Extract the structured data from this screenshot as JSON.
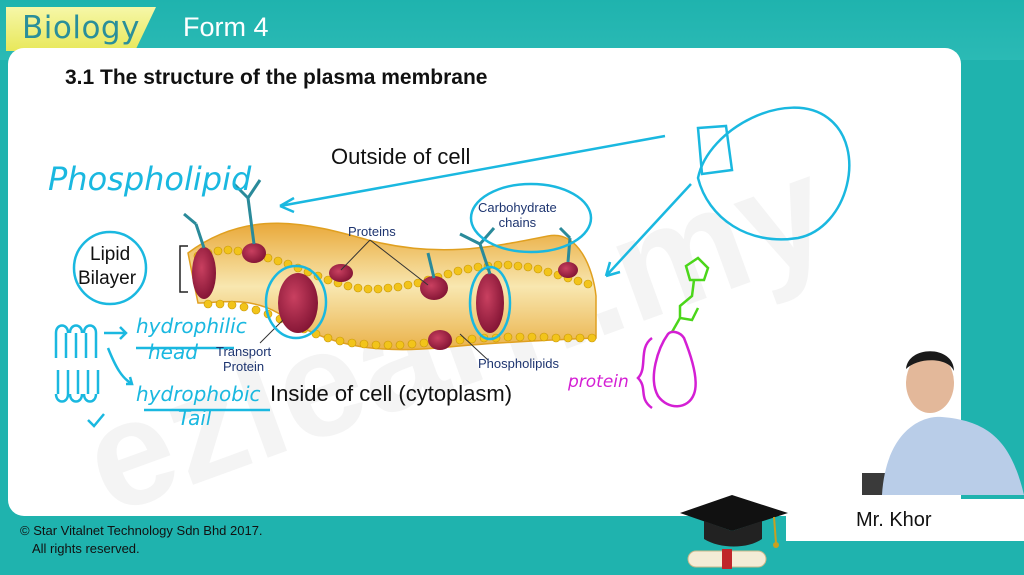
{
  "header": {
    "subject": "Biology",
    "form": "Form 4"
  },
  "slide": {
    "title": "3.1 The structure of the plasma membrane",
    "watermark": "ezlearn.my",
    "labels": {
      "outside": "Outside of cell",
      "inside": "Inside of cell (cytoplasm)",
      "lipid": "Lipid",
      "bilayer": "Bilayer",
      "proteins": "Proteins",
      "carbohydrate_line1": "Carbohydrate",
      "carbohydrate_line2": "chains",
      "transport_line1": "Transport",
      "transport_line2": "Protein",
      "phospholipids": "Phospholipids"
    },
    "handwriting": {
      "phospholipid": "Phospholipid",
      "hydrophilic": "hydrophilic",
      "head": "head",
      "hydrophobic": "hydrophobic",
      "tail": "Tail",
      "protein": "protein"
    }
  },
  "footer": {
    "line1": "© Star Vitalnet Technology Sdn Bhd 2017.",
    "line2": "All rights reserved."
  },
  "presenter": {
    "name": "Mr. Khor"
  },
  "colors": {
    "teal": "#1fb3ae",
    "tab_yellow": "#e8e85a",
    "annotation_cyan": "#1ab8e0",
    "annotation_magenta": "#d41fd4"
  }
}
